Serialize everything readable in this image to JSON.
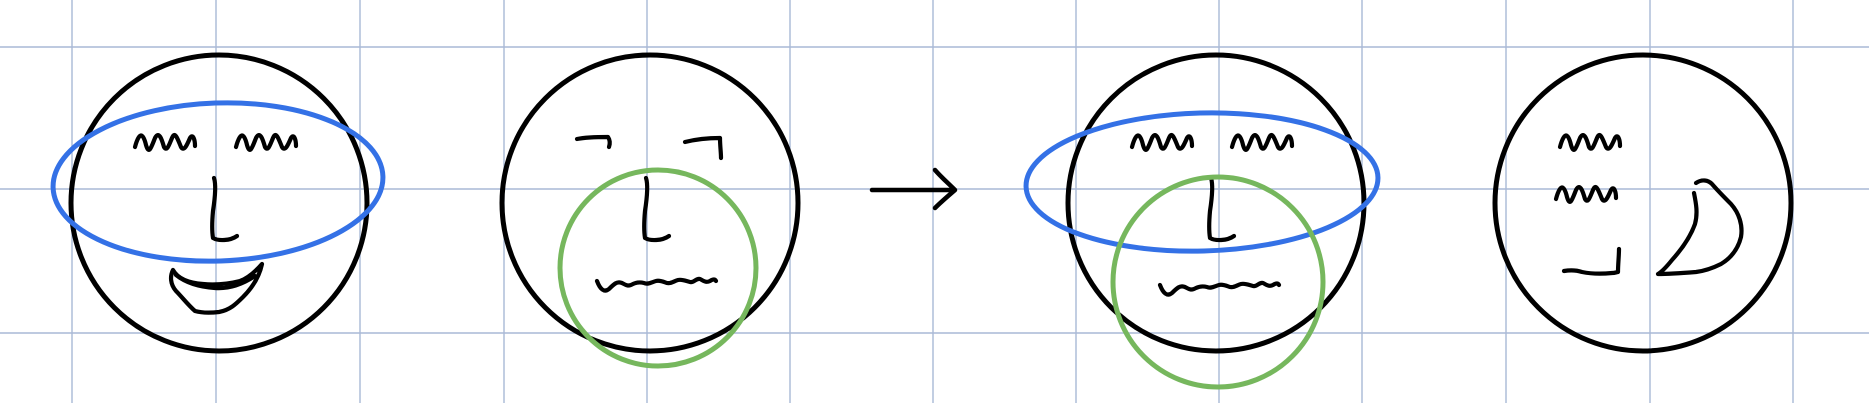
{
  "canvas": {
    "background": "#ffffff"
  },
  "colors": {
    "grid": "#a9b9d6",
    "ink": "#000000",
    "blue_highlight": "#3471e6",
    "green_highlight": "#76b75d"
  },
  "diagram": {
    "panels": [
      {
        "name": "face-1",
        "highlights": [
          "blue-ellipse"
        ]
      },
      {
        "name": "face-2",
        "highlights": [
          "green-circle"
        ]
      },
      {
        "name": "arrow",
        "icon": "right-arrow-icon"
      },
      {
        "name": "face-3",
        "highlights": [
          "blue-ellipse",
          "green-circle"
        ]
      },
      {
        "name": "face-4",
        "highlights": []
      }
    ]
  }
}
